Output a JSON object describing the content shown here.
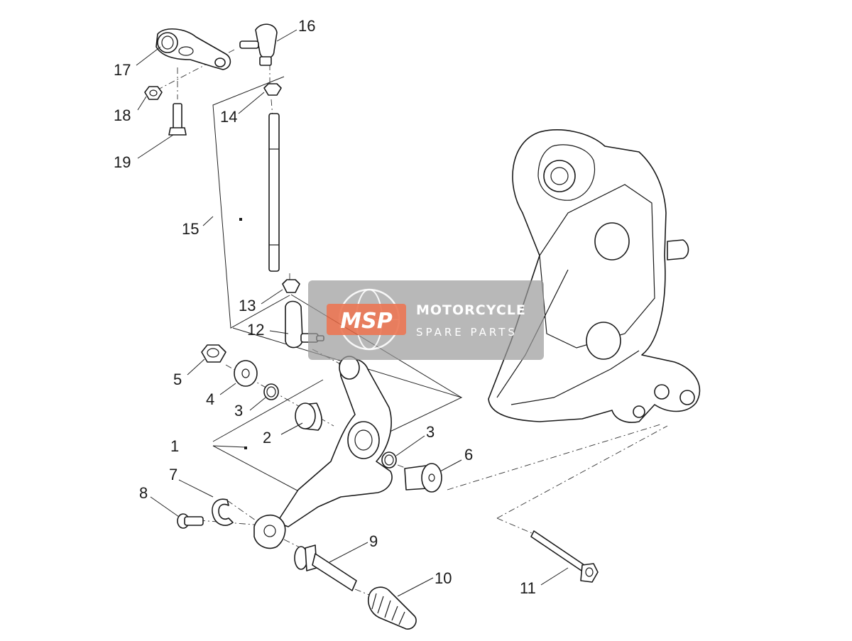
{
  "colors": {
    "line": "#1a1a1a",
    "watermark_box": "#9a9a9a",
    "watermark_text": "#ffffff",
    "watermark_logo": "#e8623a"
  },
  "watermark": {
    "logo": "MSP",
    "line1": "MOTORCYCLE",
    "line2": "SPARE PARTS"
  },
  "callouts": [
    {
      "id": "1",
      "label": "1"
    },
    {
      "id": "2",
      "label": "2"
    },
    {
      "id": "3a",
      "label": "3"
    },
    {
      "id": "3b",
      "label": "3"
    },
    {
      "id": "4",
      "label": "4"
    },
    {
      "id": "5",
      "label": "5"
    },
    {
      "id": "6",
      "label": "6"
    },
    {
      "id": "7",
      "label": "7"
    },
    {
      "id": "8",
      "label": "8"
    },
    {
      "id": "9",
      "label": "9"
    },
    {
      "id": "10",
      "label": "10"
    },
    {
      "id": "11",
      "label": "11"
    },
    {
      "id": "12",
      "label": "12"
    },
    {
      "id": "13",
      "label": "13"
    },
    {
      "id": "14",
      "label": "14"
    },
    {
      "id": "15",
      "label": "15"
    },
    {
      "id": "16",
      "label": "16"
    },
    {
      "id": "17",
      "label": "17"
    },
    {
      "id": "18",
      "label": "18"
    },
    {
      "id": "19",
      "label": "19"
    }
  ]
}
